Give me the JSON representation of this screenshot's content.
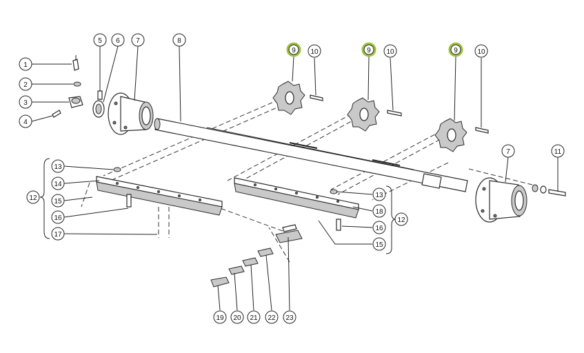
{
  "accent_color": "#9dc23c",
  "callouts": [
    {
      "label": "1"
    },
    {
      "label": "2"
    },
    {
      "label": "3"
    },
    {
      "label": "4"
    },
    {
      "label": "5"
    },
    {
      "label": "6"
    },
    {
      "label": "7"
    },
    {
      "label": "8"
    },
    {
      "label": "9"
    },
    {
      "label": "10"
    },
    {
      "label": "9"
    },
    {
      "label": "10"
    },
    {
      "label": "9"
    },
    {
      "label": "10"
    },
    {
      "label": "7"
    },
    {
      "label": "11"
    },
    {
      "label": "13"
    },
    {
      "label": "14"
    },
    {
      "label": "12"
    },
    {
      "label": "15"
    },
    {
      "label": "16"
    },
    {
      "label": "17"
    },
    {
      "label": "13"
    },
    {
      "label": "18"
    },
    {
      "label": "12"
    },
    {
      "label": "16"
    },
    {
      "label": "15"
    },
    {
      "label": "19"
    },
    {
      "label": "20"
    },
    {
      "label": "21"
    },
    {
      "label": "22"
    },
    {
      "label": "23"
    }
  ]
}
